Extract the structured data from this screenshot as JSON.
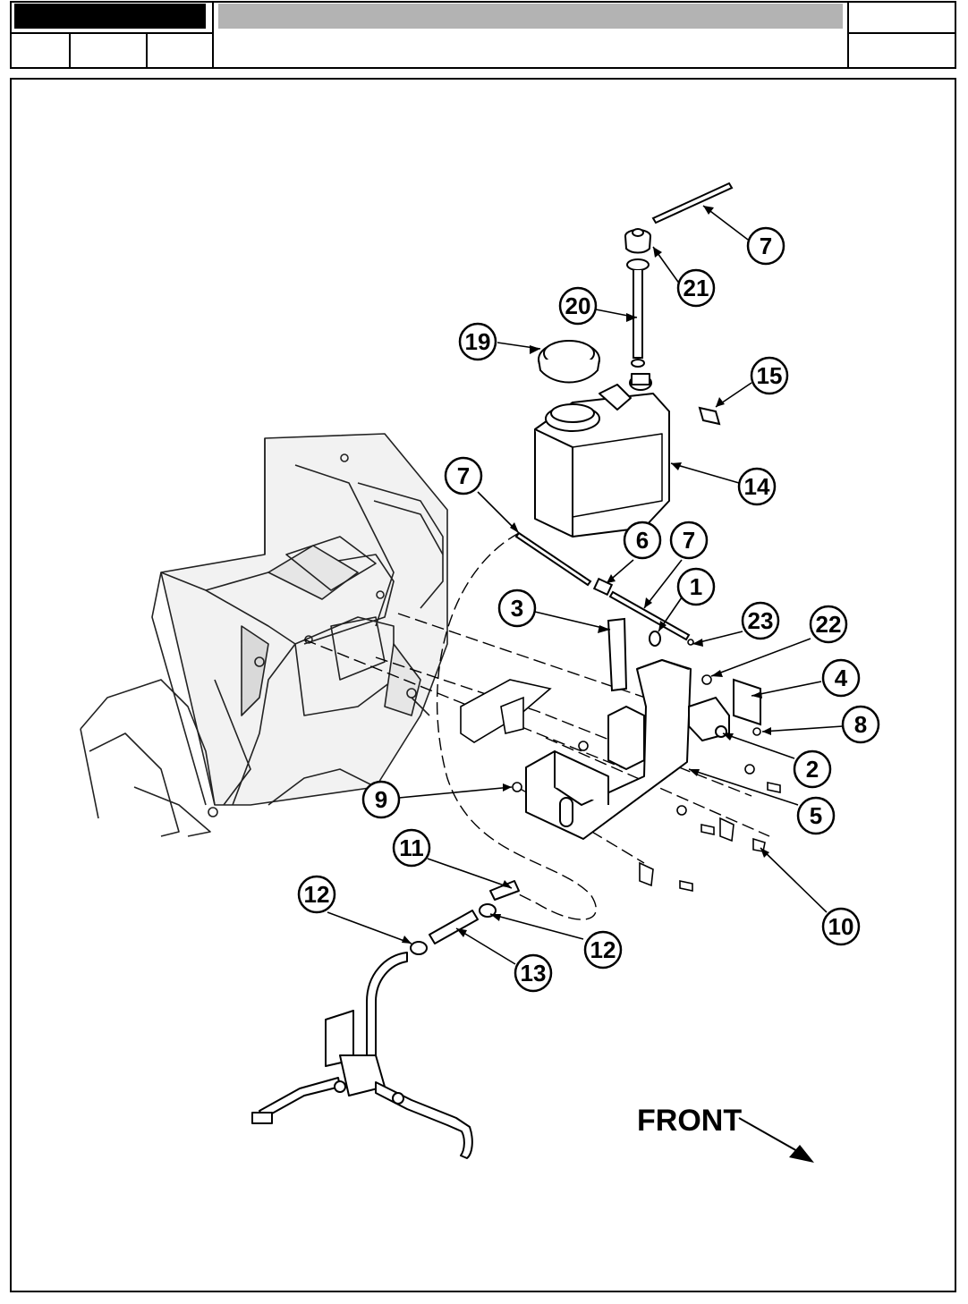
{
  "header": {
    "title_block_fill": "#000000",
    "title_bar_fill": "#b3b3b3"
  },
  "front_label": "FRONT",
  "callouts": [
    {
      "id": "c7a",
      "label": "7"
    },
    {
      "id": "c21",
      "label": "21"
    },
    {
      "id": "c20",
      "label": "20"
    },
    {
      "id": "c19",
      "label": "19"
    },
    {
      "id": "c15",
      "label": "15"
    },
    {
      "id": "c14",
      "label": "14"
    },
    {
      "id": "c7b",
      "label": "7"
    },
    {
      "id": "c6",
      "label": "6"
    },
    {
      "id": "c7c",
      "label": "7"
    },
    {
      "id": "c1",
      "label": "1"
    },
    {
      "id": "c3",
      "label": "3"
    },
    {
      "id": "c23",
      "label": "23"
    },
    {
      "id": "c22",
      "label": "22"
    },
    {
      "id": "c4",
      "label": "4"
    },
    {
      "id": "c8",
      "label": "8"
    },
    {
      "id": "c2",
      "label": "2"
    },
    {
      "id": "c5",
      "label": "5"
    },
    {
      "id": "c9",
      "label": "9"
    },
    {
      "id": "c11",
      "label": "11"
    },
    {
      "id": "c12a",
      "label": "12"
    },
    {
      "id": "c12b",
      "label": "12"
    },
    {
      "id": "c13",
      "label": "13"
    },
    {
      "id": "c10",
      "label": "10"
    }
  ]
}
